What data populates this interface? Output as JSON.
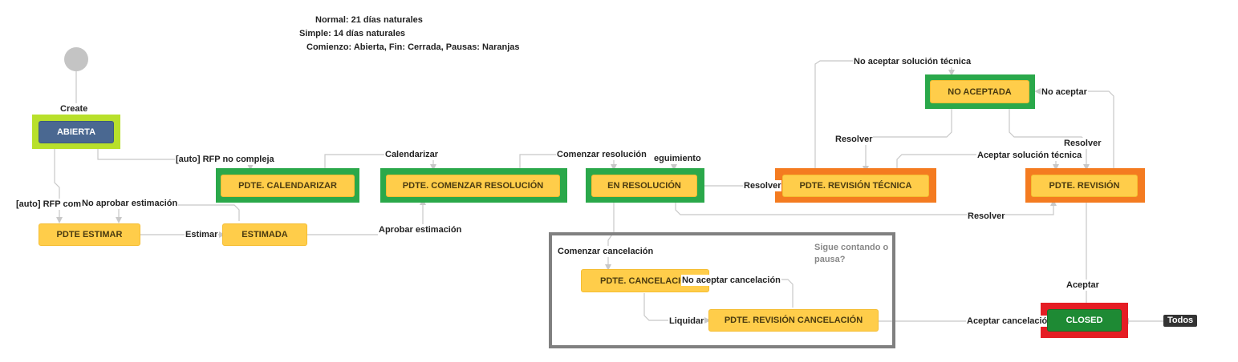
{
  "notes": {
    "line1": "Normal: 21 días naturales",
    "line2": "Simple: 14 días naturales",
    "line3": "Comienzo: Abierta, Fin: Cerrada, Pausas: Naranjas"
  },
  "highlight_colors": {
    "start": "#b8e02b",
    "normal": "#2aa84a",
    "pause": "#f47b20",
    "end": "#e51d24",
    "group": "#808080"
  },
  "states": {
    "abierta": "ABIERTA",
    "pdte_estimar": "PDTE ESTIMAR",
    "estimada": "ESTIMADA",
    "pdte_calendarizar": "PDTE. CALENDARIZAR",
    "pdte_comenzar_resolucion": "PDTE. COMENZAR RESOLUCIÓN",
    "en_resolucion": "EN RESOLUCIÓN",
    "pdte_revision_tecnica": "PDTE. REVISIÓN TÉCNICA",
    "no_aceptada": "NO ACEPTADA",
    "pdte_revision": "PDTE. REVISIÓN",
    "pdte_cancelacion": "PDTE. CANCELACIÓN",
    "pdte_revision_cancelacion": "PDTE. REVISIÓN CANCELACIÓN",
    "closed": "CLOSED"
  },
  "transitions": {
    "create": "Create",
    "rfp_no_compleja": "[auto] RFP no compleja",
    "rfp_compleja": "[auto] RFP com",
    "no_aprobar_estimacion": "No aprobar estimación",
    "estimar": "Estimar",
    "aprobar_estimacion": "Aprobar estimación",
    "calendarizar": "Calendarizar",
    "comenzar_resolucion": "Comenzar resolución",
    "seguimiento": "eguimiento",
    "resolver_1": "Resolver",
    "resolver_2": "Resolver",
    "resolver_3": "Resolver",
    "resolver_4": "Resolver",
    "no_aceptar_solucion": "No aceptar solución técnica",
    "no_aceptar": "No aceptar",
    "aceptar_solucion": "Aceptar solución técnica",
    "aceptar": "Aceptar",
    "comenzar_cancelacion": "Comenzar cancelación",
    "no_aceptar_cancelacion": "No aceptar cancelación",
    "liquidar": "Liquidar",
    "aceptar_cancelacion": "Aceptar cancelación"
  },
  "group_note": "Sigue contando o pausa?",
  "badge": "Todos"
}
